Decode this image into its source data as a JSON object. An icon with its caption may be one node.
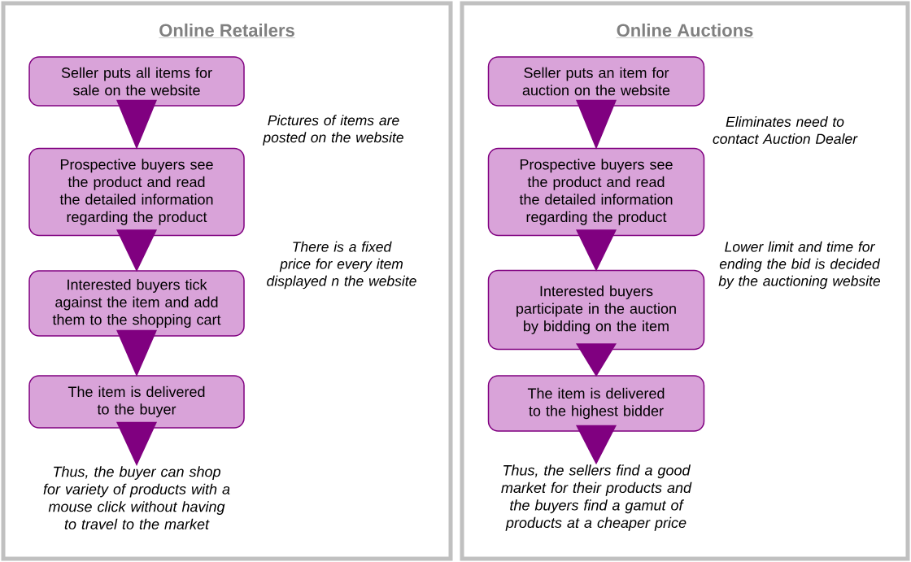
{
  "diagram": {
    "nodes": [
      {
        "text": [
          "Online Retailers"
        ]
      },
      {
        "text": [
          "Seller puts all items for sale on the website"
        ],
        "in": 0
      },
      {
        "text": [
          "Prospective buyers see the product and read the detailed information regarding the product"
        ],
        "in": 0
      },
      {
        "text": [
          "Interested buyers tick against the item and add them to the shopping cart"
        ],
        "in": 0
      },
      {
        "text": [
          "The item is delivered to the buyer"
        ],
        "in": 0
      },
      {
        "text": [
          "Thus, the buyer can shop for variety of products with a mouse click without having to travel to the market"
        ],
        "in": 0
      },
      {
        "text": [
          "Online Auctions"
        ]
      },
      {
        "text": [
          "Seller puts an item for auction on the website"
        ],
        "in": 6
      },
      {
        "text": [
          "Prospective buyers see the product and read the detailed information regarding the product"
        ],
        "in": 6
      },
      {
        "text": [
          "Interested buyers participate in the auction by bidding on the item"
        ],
        "in": 6
      },
      {
        "text": [
          "The item is delivered to the highest bidder"
        ],
        "in": 6
      },
      {
        "text": [
          "Thus, the sellers find a good market for their products and the buyers find a gamut of products at a cheaper price"
        ],
        "in": 6
      }
    ],
    "edges": [
      {
        "from": 1,
        "to": 2,
        "arrow": "to"
      },
      {
        "from": 2,
        "to": 3,
        "arrow": "to"
      },
      {
        "from": 3,
        "to": 4,
        "arrow": "to"
      },
      {
        "from": 4,
        "to": 5,
        "arrow": "to"
      },
      {
        "from": 7,
        "to": 8,
        "arrow": "to"
      },
      {
        "from": 8,
        "to": 9,
        "arrow": "to"
      },
      {
        "from": 9,
        "to": 10,
        "arrow": "to"
      },
      {
        "from": 10,
        "to": 11,
        "arrow": "to"
      }
    ],
    "labels": [
      "Pictures of items are posted on the website",
      "There is a fixed price for every item displayed n the website",
      "Eliminates need to contact Auction Dealer",
      "Lower limit and time for ending the bid is decided by the auctioning website"
    ]
  }
}
